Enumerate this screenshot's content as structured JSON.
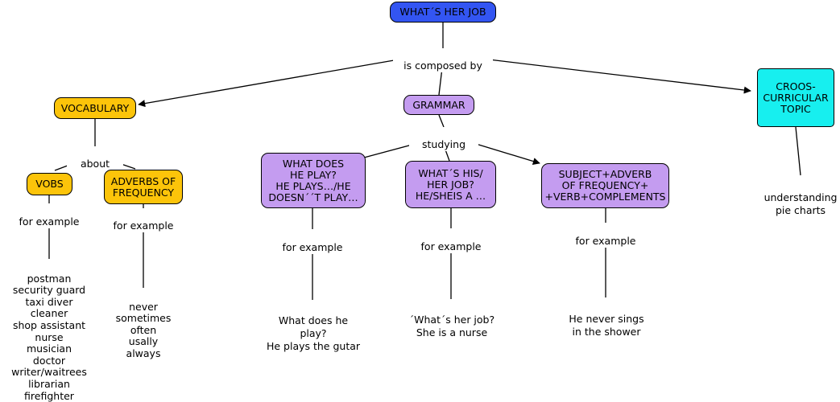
{
  "diagram": {
    "title": "WHAT´S HER JOB concept map",
    "colors": {
      "root": "#3355f2",
      "vocabulary": "#fcc40a",
      "grammar": "#c49cf0",
      "cross_curricular": "#17efef",
      "edge": "#000000",
      "background": "#ffffff",
      "text": "#000000"
    },
    "nodes": {
      "root": "WHAT´S HER JOB",
      "vocabulary": "VOCABULARY",
      "grammar": "GRAMMAR",
      "cross_curricular": "CROOS-\nCURRICULAR\nTOPIC",
      "vobs": "VOBS",
      "adverbs": "ADVERBS OF\nFREQUENCY",
      "grammar_1": "WHAT DOES\nHE PLAY?\nHE PLAYS…/HE\nDOESN´´T PLAY…",
      "grammar_2": "WHAT´S HIS/\nHER JOB?\nHE/SHEIS A …",
      "grammar_3": "SUBJECT+ADVERB\nOF FREQUENCY+\n+VERB+COMPLEMENTS"
    },
    "edge_labels": {
      "is_composed_by": "is composed by",
      "about": "about",
      "studying": "studying",
      "for_example_vobs": "for example",
      "for_example_adverbs": "for example",
      "for_example_g1": "for example",
      "for_example_g2": "for example",
      "for_example_g3": "for example"
    },
    "leaves": {
      "jobs": "postman\nsecurity guard\ntaxi diver\ncleaner\nshop assistant\nnurse\nmusician\ndoctor\nwriter/waitrees\nlibrarian\nfirefighter",
      "adverbs_list": "never\nsometimes\noften\nusally\nalways",
      "example_1": "What does he\nplay?\nHe plays the gutar",
      "example_2": "´What´s her job?\nShe is a nurse",
      "example_3": "He never sings\nin the shower",
      "pie_charts": "understanding\npie charts"
    }
  }
}
